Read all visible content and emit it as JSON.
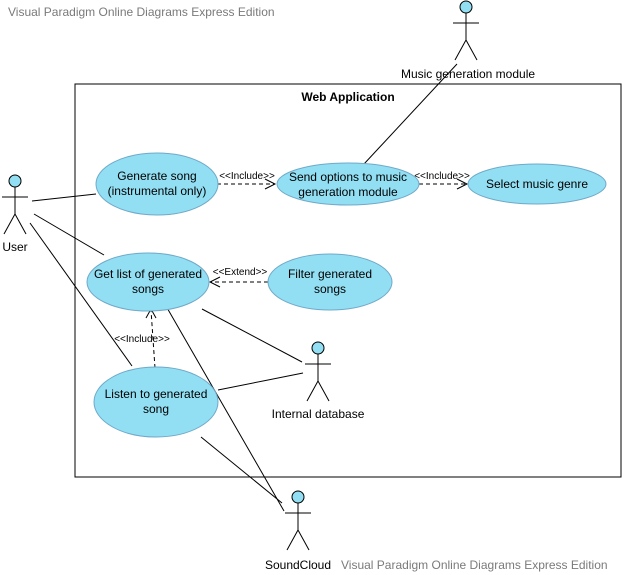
{
  "watermark": {
    "top": "Visual Paradigm Online Diagrams Express Edition",
    "bottom": "Visual Paradigm Online Diagrams Express Edition"
  },
  "system": {
    "title": "Web Application"
  },
  "actors": {
    "user": "User",
    "music_module": "Music generation module",
    "internal_db": "Internal database",
    "soundcloud": "SoundCloud"
  },
  "use_cases": {
    "generate_song": [
      "Generate song",
      "(instrumental only)"
    ],
    "send_options": [
      "Send options to music",
      "generation module"
    ],
    "select_genre": [
      "Select music genre"
    ],
    "get_list": [
      "Get list of generated",
      "songs"
    ],
    "filter": [
      "Filter generated",
      "songs"
    ],
    "listen": [
      "Listen to generated",
      "song"
    ]
  },
  "relations": {
    "include_1": "<<Include>>",
    "include_2": "<<Include>>",
    "extend": "<<Extend>>",
    "include_3": "<<Include>>"
  },
  "colors": {
    "use_case_fill": "#92dff3",
    "actor_head_fill": "#92dff3",
    "watermark": "#7a7a7a"
  }
}
